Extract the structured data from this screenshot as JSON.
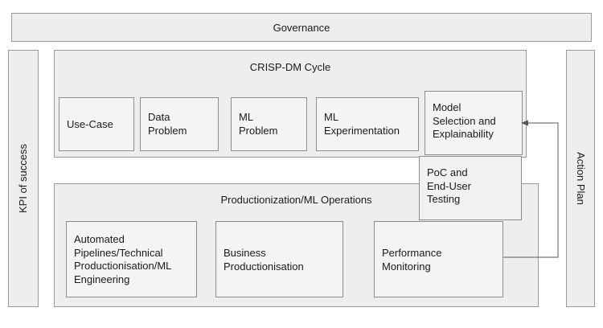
{
  "diagram": {
    "title": "Governance / CRISP-DM / Productionization ML lifecycle framework",
    "colors": {
      "container_fill": "#eeeeee",
      "inner_fill": "#f4f4f4",
      "border": "#999999",
      "inner_border": "#8c8c8c",
      "text": "#1a1a1a",
      "connector": "#666666",
      "page_background": "#ffffff"
    },
    "governance": {
      "label": "Governance"
    },
    "left_panel": {
      "label": "KPI of success",
      "orientation": "rotated-90-counterclockwise"
    },
    "right_panel": {
      "label": "Action Plan",
      "orientation": "rotated-90-clockwise"
    },
    "crisp_dm": {
      "title": "CRISP-DM Cycle",
      "stages": [
        {
          "label": "Use-Case"
        },
        {
          "label": "Data\nProblem"
        },
        {
          "label": "ML\nProblem"
        },
        {
          "label": "ML\nExperimentation"
        },
        {
          "label": "Model\nSelection and\nExplainability"
        }
      ]
    },
    "poc": {
      "label": "PoC and\nEnd-User\nTesting"
    },
    "productionization": {
      "title": "Productionization/ML Operations",
      "stages": [
        {
          "label": "Automated\nPipelines/Technical\nProductionisation/ML\nEngineering"
        },
        {
          "label": "Business\nProductionisation"
        },
        {
          "label": "Performance\nMonitoring"
        }
      ]
    },
    "connector": {
      "name": "performance-monitoring-to-model-selection",
      "from": "Performance Monitoring",
      "to": "Model Selection and Explainability",
      "arrow": "left-pointing"
    }
  }
}
